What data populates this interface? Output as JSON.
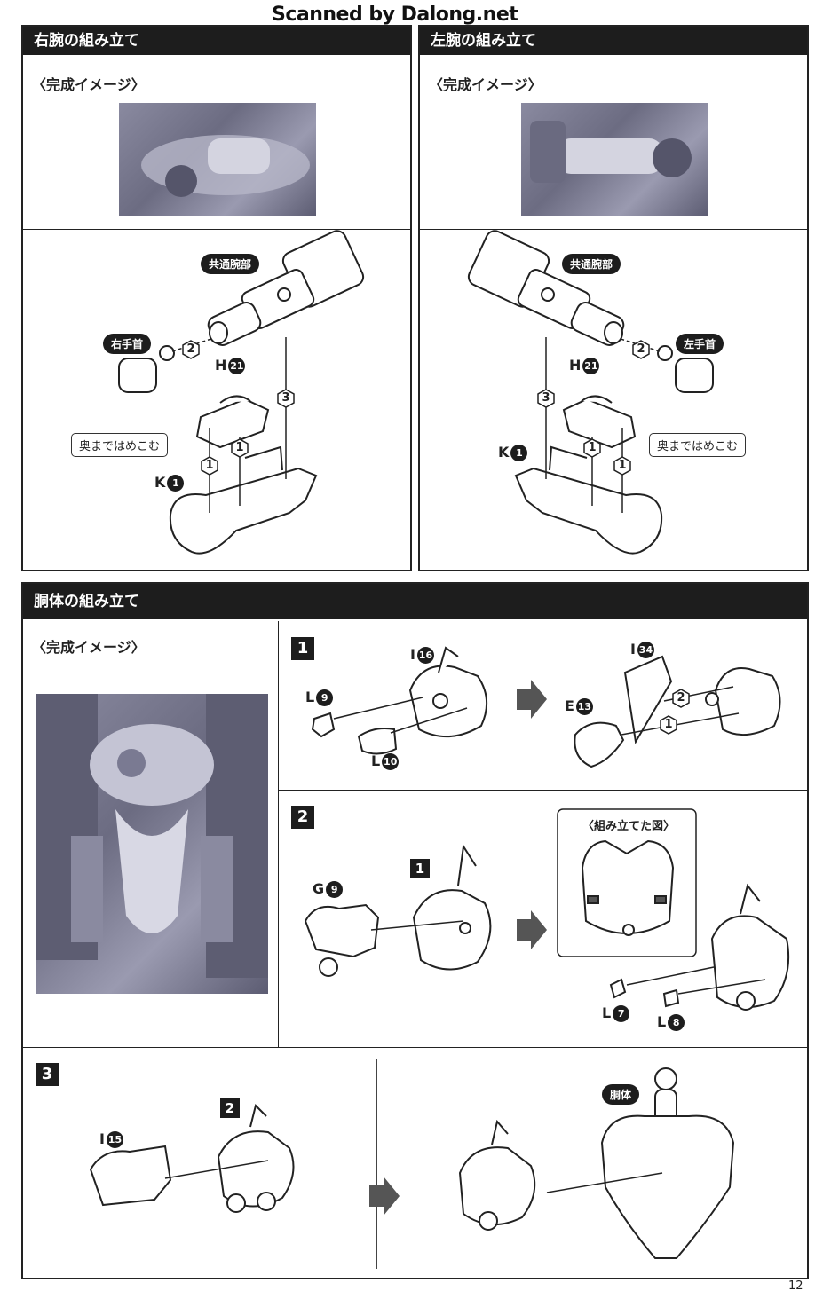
{
  "watermark": "Scanned by Dalong.net",
  "page_number": "12",
  "right_arm": {
    "title": "右腕の組み立て",
    "image_label": "〈完成イメージ〉",
    "common_part_label": "共通腕部",
    "hand_label": "右手首",
    "push_note": "奥まではめこむ",
    "parts": {
      "h_letter": "H",
      "h_num": "21",
      "k_letter": "K",
      "k_num": "1"
    },
    "steps": [
      "1",
      "1",
      "2",
      "3"
    ]
  },
  "left_arm": {
    "title": "左腕の組み立て",
    "image_label": "〈完成イメージ〉",
    "common_part_label": "共通腕部",
    "hand_label": "左手首",
    "push_note": "奥まではめこむ",
    "parts": {
      "h_letter": "H",
      "h_num": "21",
      "k_letter": "K",
      "k_num": "1"
    },
    "steps": [
      "1",
      "1",
      "2",
      "3"
    ]
  },
  "torso": {
    "title": "胴体の組み立て",
    "image_label": "〈完成イメージ〉",
    "step1": {
      "number": "1",
      "parts_left": [
        {
          "letter": "L",
          "num": "9"
        },
        {
          "letter": "I",
          "num": "16"
        },
        {
          "letter": "L",
          "num": "10"
        }
      ],
      "parts_right": [
        {
          "letter": "I",
          "num": "34"
        },
        {
          "letter": "E",
          "num": "13"
        }
      ],
      "order": [
        "2",
        "1"
      ]
    },
    "step2": {
      "number": "2",
      "sub_ref": "1",
      "part_g": {
        "letter": "G",
        "num": "9"
      },
      "assembled_label": "〈組み立てた図〉",
      "parts_right": [
        {
          "letter": "L",
          "num": "7"
        },
        {
          "letter": "L",
          "num": "8"
        }
      ]
    },
    "step3": {
      "number": "3",
      "sub_ref": "2",
      "part_i": {
        "letter": "I",
        "num": "15"
      },
      "body_label": "胴体"
    }
  },
  "colors": {
    "header_bg": "#1d1d1d",
    "photo_tint": "#7a7a92",
    "line": "#222222"
  }
}
